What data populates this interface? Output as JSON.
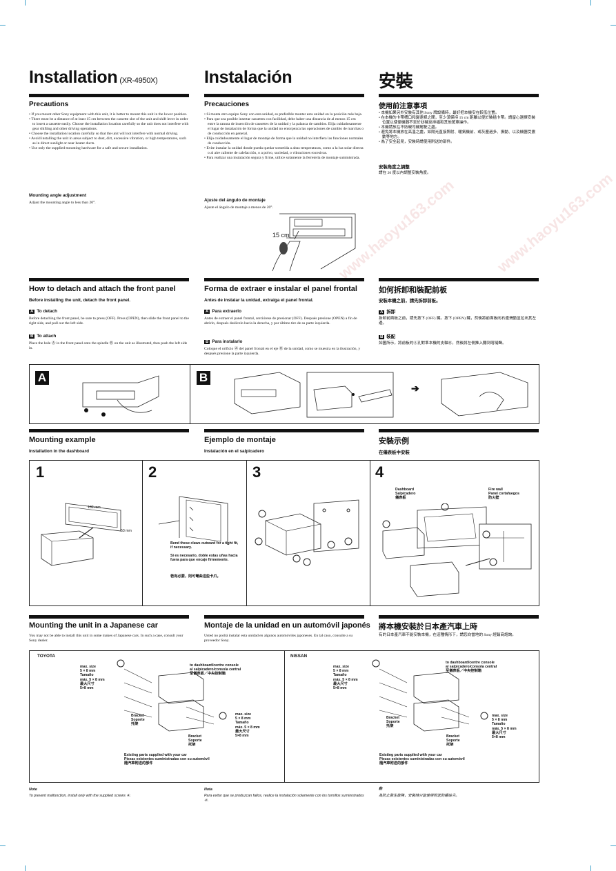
{
  "en": {
    "title": "Installation",
    "model": "(XR-4950X)",
    "precautions_h": "Precautions",
    "precautions": [
      "If you mount other Sony equipment with this unit, it is better to mount this unit in the lower position.",
      "There must be a distance of at least 15 cm between the cassette slot of the unit and shift lever in order to insert a cassette easily. Choose the installation location carefully so the unit does not interfere with gear shifting and other driving operations.",
      "Choose the installation location carefully so that the unit will not interfere with normal driving.",
      "Avoid installing the unit in areas subject to dust, dirt, excessive vibration, or high temperatures, such as in direct sunlight or near heater ducts.",
      "Use only the supplied mounting hardware for a safe and secure installation."
    ],
    "angle_h": "Mounting angle adjustment",
    "angle_t": "Adjust the mounting angle to less than 20°.",
    "detach_h": "How to detach and attach the front panel",
    "detach_intro": "Before installing the unit, detach the front panel.",
    "to_detach": "To detach",
    "detach_t": "Before detaching the front panel, be sure to press (OFF). Press (OPEN), then slide the front panel to the right side, and pull out the left side.",
    "to_attach": "To attach",
    "attach_t": "Place the hole Ⓐ in the front panel onto the spindle Ⓑ on the unit as illustrated, then push the left side in.",
    "mount_h": "Mounting example",
    "mount_sub": "Installation in the dashboard",
    "jp_h": "Mounting the unit in a Japanese car",
    "jp_t": "You may not be able to install this unit in some makes of Japanese cars. In such a case, consult your Sony dealer.",
    "note_h": "Note",
    "note_t": "To prevent malfunction, install only with the supplied screws ④."
  },
  "es": {
    "title": "Instalación",
    "precautions_h": "Precauciones",
    "precautions": [
      "Si monta otro equipo Sony con esta unidad, es preferible montar esta unidad en la posición más baja.",
      "Para que sea posible insertar cassettes con facilidad, debe haber una distancia de al menos 15 cm entre la ranura de inserción de cassettes de la unidad y la palanca de cambios. Elija cuidadosamente el lugar de instalación de forma que la unidad no entorpezca las operaciones de cambio de marchas o de conducción en general.",
      "Elija cuidadosamente el lugar de montaje de forma que la unidad no interfiera las funciones normales de conducción.",
      "Evite instalar la unidad donde pueda quedar sometida a altas temperaturas, como a la luz solar directa o al aire caliente de calefacción, o a polvo, suciedad, o vibraciones excesivas.",
      "Para realizar una instalación segura y firme, utilice solamente la ferretería de montaje suministrada."
    ],
    "angle_h": "Ajuste del ángulo de montaje",
    "angle_t": "Ajuste el ángulo de montaje a menos de 20°.",
    "detach_h": "Forma de extraer e instalar el panel frontal",
    "detach_intro": "Antes de instalar la unidad, extraiga el panel frontal.",
    "to_detach": "Para extraerlo",
    "detach_t": "Antes de extraer el panel frontal, cerciórese de presionar (OFF). Después presione (OPEN) a fin de abrirlo, después deslícelo hacia la derecha, y por último tire de su parte izquierda.",
    "to_attach": "Para instalarlo",
    "attach_t": "Coloque el orificio Ⓐ del panel frontal en el eje Ⓑ de la unidad, como se muestra en la ilustración, y después presione la parte izquierda.",
    "mount_h": "Ejemplo de montaje",
    "mount_sub": "Instalación en el salpicadero",
    "jp_h": "Montaje de la unidad en un automóvil japonés",
    "jp_t": "Usted no podrá instalar esta unidad en algunos automóviles japoneses. En tal caso, consulte a su proveedor Sony.",
    "note_h": "Nota",
    "note_t": "Para evitar que se produzcan fallos, realice la instalación solamente con los tornillos suministrados ④."
  },
  "zh": {
    "title": "安裝",
    "precautions_h": "使用前注意事項",
    "precautions": [
      "本機如果另外安裝有其他 Sony 牌設備時，最好把本機安在較低位置。",
      "在本機的卡帶槽口和變速桿之間，至少須保持 15 cm 距離以便於裝插卡帶。請留心選擇安裝位置以使便機器不至於妨礙怠排檔和其他駕車操作。",
      "本機請放在不妨礙司機駕駛之處。",
      "避免將本機放在高溫之處，如陽光直接照射、暖氣機前、或灰塵過多、振動、以及機器受震動等地方。",
      "為了安全起見，安裝時請使用附送的部件。"
    ],
    "angle_h": "安裝角度之調整",
    "angle_t": "請在 20 度以內調整安裝角度。",
    "detach_h": "如何拆卸和裝配前板",
    "detach_intro": "安裝本機之前，請先拆卸前板。",
    "to_detach": "拆卸",
    "detach_t": "拆卸前面板之前，請先按下 (OFF) 鍵。按下 (OPEN) 鍵，然後將前面板向右邊滑動並拉出其左邊。",
    "to_attach": "裝配",
    "attach_t": "如圖所示，將前板的Ⓐ孔對準本機的支軸Ⓑ，然後將左側推入聽到喀噠聲。",
    "mount_h": "安裝示例",
    "mount_sub": "在儀表板中安裝",
    "jp_h": "將本機安裝於日本產汽車上時",
    "jp_t": "有的日本產汽車不能安裝本機，在這種情形下，請您向當地的 Sony 經銷商諮詢。",
    "note_h": "註",
    "note_t": "為防止發生故障，安裝時只能使用附送的螺絲④。"
  },
  "fig_angle": {
    "dist": "15 cm"
  },
  "fig_detach": {
    "a": "A",
    "b": "B",
    "arrow": "➔"
  },
  "steps": {
    "n1": "1",
    "n2": "2",
    "n3": "3",
    "n4": "4",
    "s1_width": "182 mm",
    "s1_height": "53 mm",
    "s2_note_en": "Bend these claws outward for a tight fit, if necessary.",
    "s2_note_es": "Si es necesario, doble estas uñas hacia fuera para que encaje firmemente.",
    "s2_note_zh": "若有必要，則可彎曲這些卡爪。",
    "s4_dash": "Dashboard\nSalpicadero\n儀表板",
    "s4_fire": "Fire wall\nPanel cortafuegos\n防火壁"
  },
  "cars": {
    "toyota": "TOYOTA",
    "nissan": "NISSAN",
    "maxsize": "max. size\n5 × 8 mm\nTamaño\nmáx. 5 × 8 mm\n最大尺寸\n5×8 mm",
    "to_dash": "to dashboard/centre console\nal salpicadero/consola central\n至儀表板／中央控制箱",
    "bracket": "Bracket\nSoporte\n托架",
    "existing": "Existing parts supplied with your car\nPiezas existentes suministradas con su automóvil\n隨汽車附送的部件"
  }
}
